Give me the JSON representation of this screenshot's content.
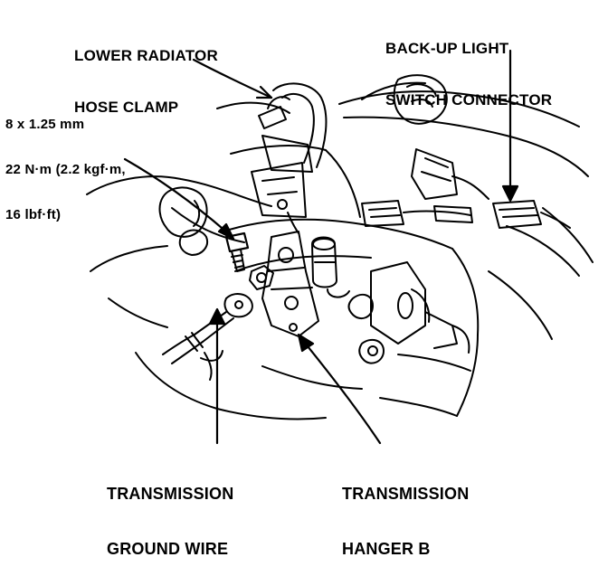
{
  "labels": {
    "lower_radiator_hose_clamp": [
      "LOWER RADIATOR",
      "HOSE CLAMP"
    ],
    "backup_light_switch_connector": [
      "BACK-UP LIGHT",
      "SWITCH CONNECTOR"
    ],
    "bolt_spec": [
      "8 x 1.25 mm",
      "22 N·m (2.2 kgf·m,",
      "16 lbf·ft)"
    ],
    "transmission_ground_wire": [
      "TRANSMISSION",
      "GROUND WIRE"
    ],
    "transmission_hanger_b": [
      "TRANSMISSION",
      "HANGER B"
    ]
  },
  "colors": {
    "ink": "#000000",
    "paper": "#ffffff"
  }
}
